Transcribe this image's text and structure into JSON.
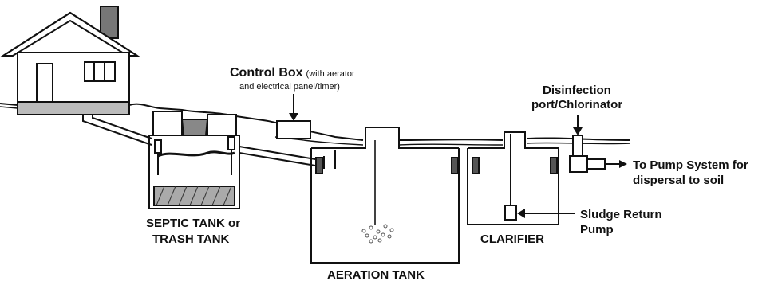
{
  "labels": {
    "control_box_title": "Control Box",
    "control_box_note_1": "(with aerator",
    "control_box_note_2": "and electrical panel/timer)",
    "disinfection_1": "Disinfection",
    "disinfection_2": "port/Chlorinator",
    "pump_system_1": "To Pump System for",
    "pump_system_2": "dispersal to soil",
    "septic_1": "SEPTIC TANK or",
    "septic_2": "TRASH TANK",
    "aeration": "AERATION TANK",
    "clarifier": "CLARIFIER",
    "sludge_1": "Sludge Return",
    "sludge_2": "Pump"
  }
}
